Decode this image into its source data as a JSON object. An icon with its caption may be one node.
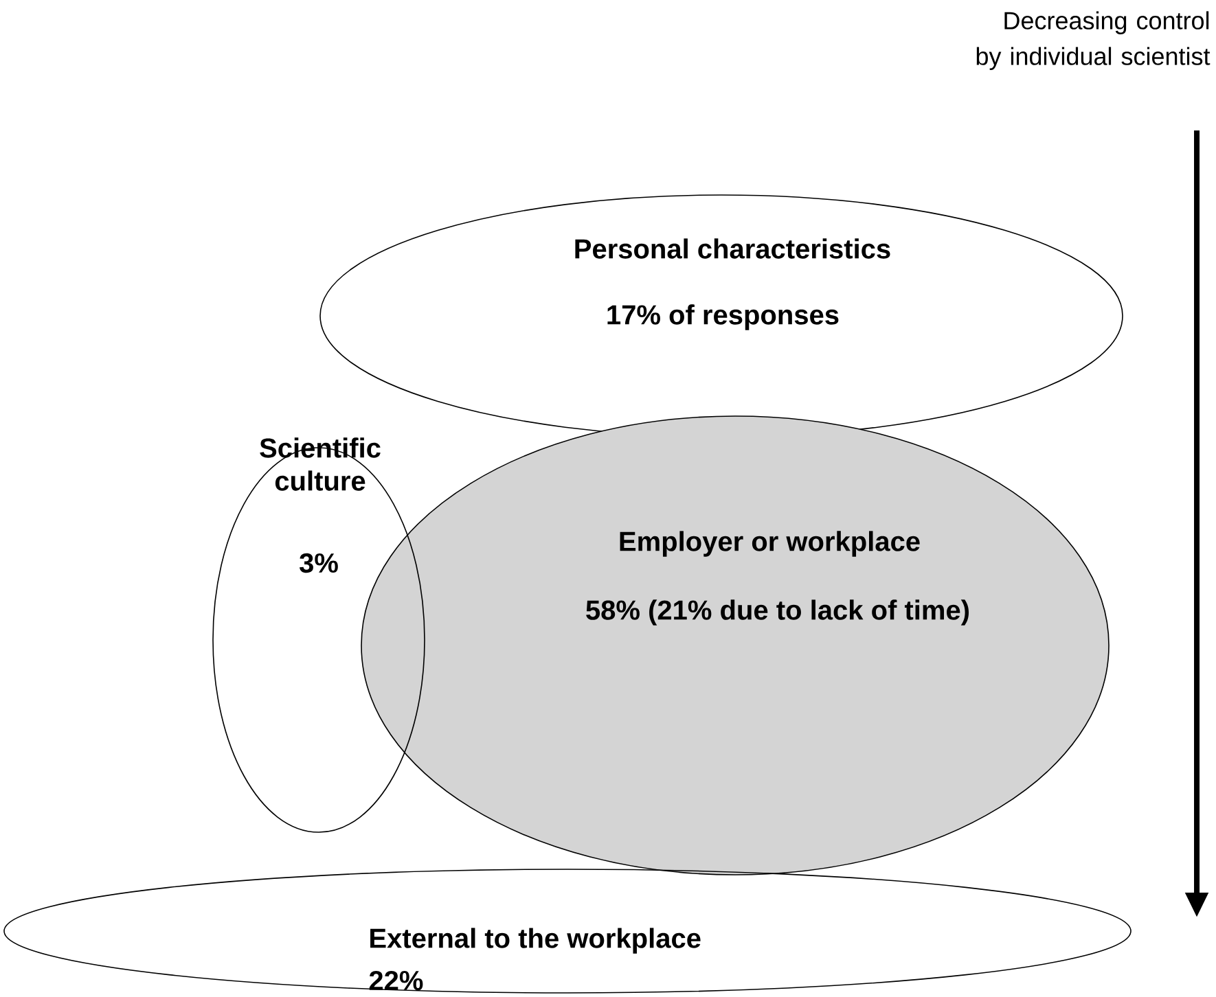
{
  "diagram": {
    "nodes": [
      {
        "text": [
          "Personal characteristics",
          "17% of responses"
        ]
      },
      {
        "text": [
          "Scientific culture",
          "3%"
        ]
      },
      {
        "text": [
          "Employer or workplace",
          "58% (21% due to lack of time)"
        ]
      },
      {
        "text": [
          "External to the workplace",
          "22%"
        ]
      }
    ],
    "edges": [],
    "labels": [
      "Decreasing control by individual scientist"
    ]
  }
}
